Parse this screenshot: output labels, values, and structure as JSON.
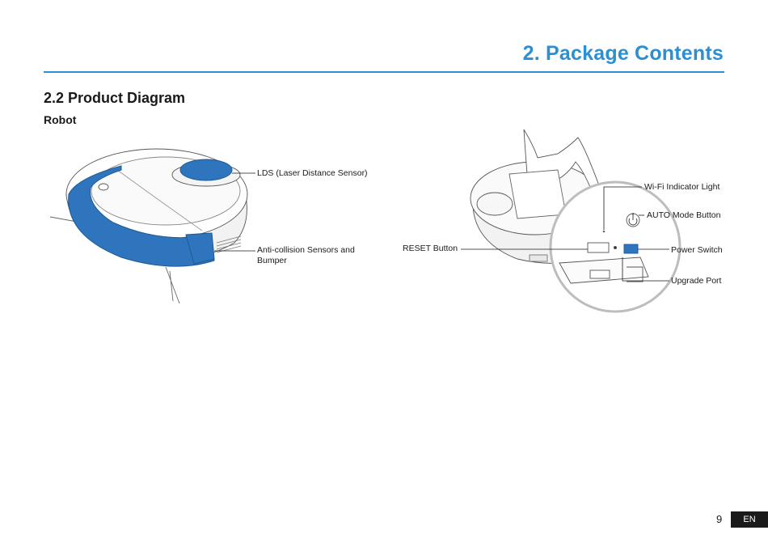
{
  "header": {
    "chapter_title": "2. Package Contents"
  },
  "section": {
    "title": "2.2 Product Diagram",
    "subtitle": "Robot"
  },
  "callouts": {
    "lds": "LDS (Laser Distance Sensor)",
    "anti_collision": "Anti-collision Sensors and Bumper",
    "wifi_light": "Wi-Fi Indicator Light",
    "auto_mode": "AUTO Mode Button",
    "reset": "RESET Button",
    "power_switch": "Power Switch",
    "upgrade_port": "Upgrade Port"
  },
  "footer": {
    "page_number": "9",
    "language": "EN"
  },
  "colors": {
    "accent": "#2a8fd3",
    "highlight": "#2f75bd",
    "line": "#1a1a1a"
  }
}
